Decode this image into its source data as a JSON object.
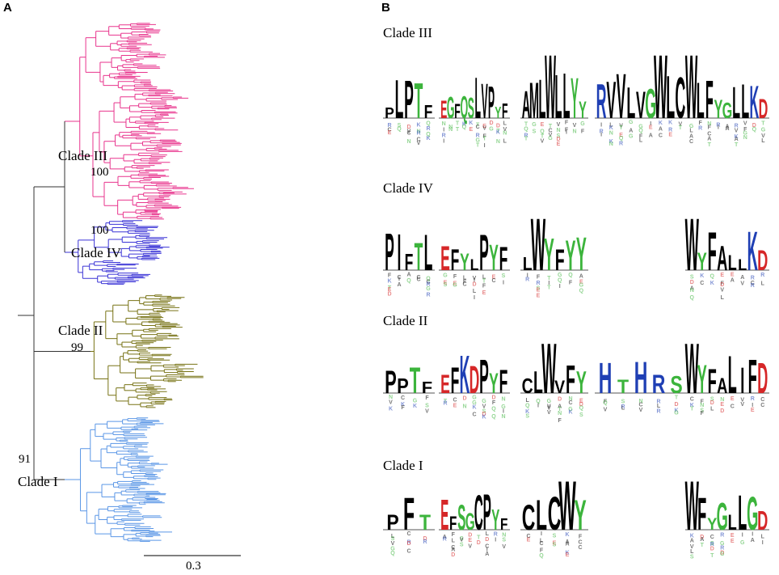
{
  "panels": {
    "a": "A",
    "b": "B"
  },
  "tree": {
    "clades": [
      {
        "id": "clade-iii",
        "label": "Clade III",
        "support": "100",
        "color": "#e8348d"
      },
      {
        "id": "clade-iv",
        "label": "Clade IV",
        "support": "100",
        "color": "#3a33d6"
      },
      {
        "id": "clade-ii",
        "label": "Clade II",
        "support": "99",
        "color": "#777214"
      },
      {
        "id": "clade-i",
        "label": "Clade I",
        "support": "91",
        "color": "#5a96e6"
      }
    ],
    "scale_label": "0.3"
  },
  "logos": {
    "row_labels": [
      "Clade III",
      "Clade IV",
      "Clade II",
      "Clade I"
    ],
    "colors": {
      "hydrophobic": "#000000",
      "polar": "#3cb43c",
      "acidic": "#d62728",
      "basic": "#1f3fb4"
    },
    "rows": [
      {
        "groups": [
          [
            "P",
            "L",
            "P",
            "T",
            "F"
          ],
          [
            "E",
            "G",
            "F",
            "Q",
            "S",
            "L",
            "V",
            "P",
            "Y",
            "F"
          ],
          [
            "A",
            "M",
            "L",
            "W",
            "L",
            "L",
            "Y",
            "Y"
          ],
          [
            "R",
            "V",
            "V",
            "L",
            "V",
            "G",
            "W",
            "L",
            "C"
          ],
          [
            "W",
            "L",
            "F",
            "Y",
            "G",
            "L",
            "L",
            "K",
            "D"
          ]
        ]
      },
      {
        "groups": [
          [
            "P",
            "I",
            "F",
            "T",
            "L"
          ],
          [
            "E",
            "F",
            "Y",
            "L",
            "P",
            "Y",
            "F"
          ],
          [
            "L",
            "W",
            "Y",
            "F",
            "Y",
            "Y"
          ],
          [],
          [
            "W",
            "Y",
            "F",
            "A",
            "L",
            "L",
            "K",
            "D"
          ]
        ]
      },
      {
        "groups": [
          [
            "P",
            "P",
            "T",
            "F"
          ],
          [
            "E",
            "F",
            "K",
            "D",
            "P",
            "Y",
            "F"
          ],
          [
            "C",
            "L",
            "W",
            "V",
            "F",
            "Y"
          ],
          [
            "H",
            "T",
            "H",
            "R",
            "S"
          ],
          [
            "W",
            "Y",
            "F",
            "A",
            "L",
            "I",
            "F",
            "D"
          ]
        ]
      },
      {
        "groups": [
          [
            "P",
            "F",
            "T"
          ],
          [
            "E",
            "F",
            "S",
            "G",
            "C",
            "P",
            "Y",
            "F"
          ],
          [
            "C",
            "L",
            "C",
            "W",
            "Y"
          ],
          [],
          [
            "W",
            "F",
            "Y",
            "G",
            "L",
            "L",
            "G",
            "D"
          ]
        ]
      }
    ]
  }
}
